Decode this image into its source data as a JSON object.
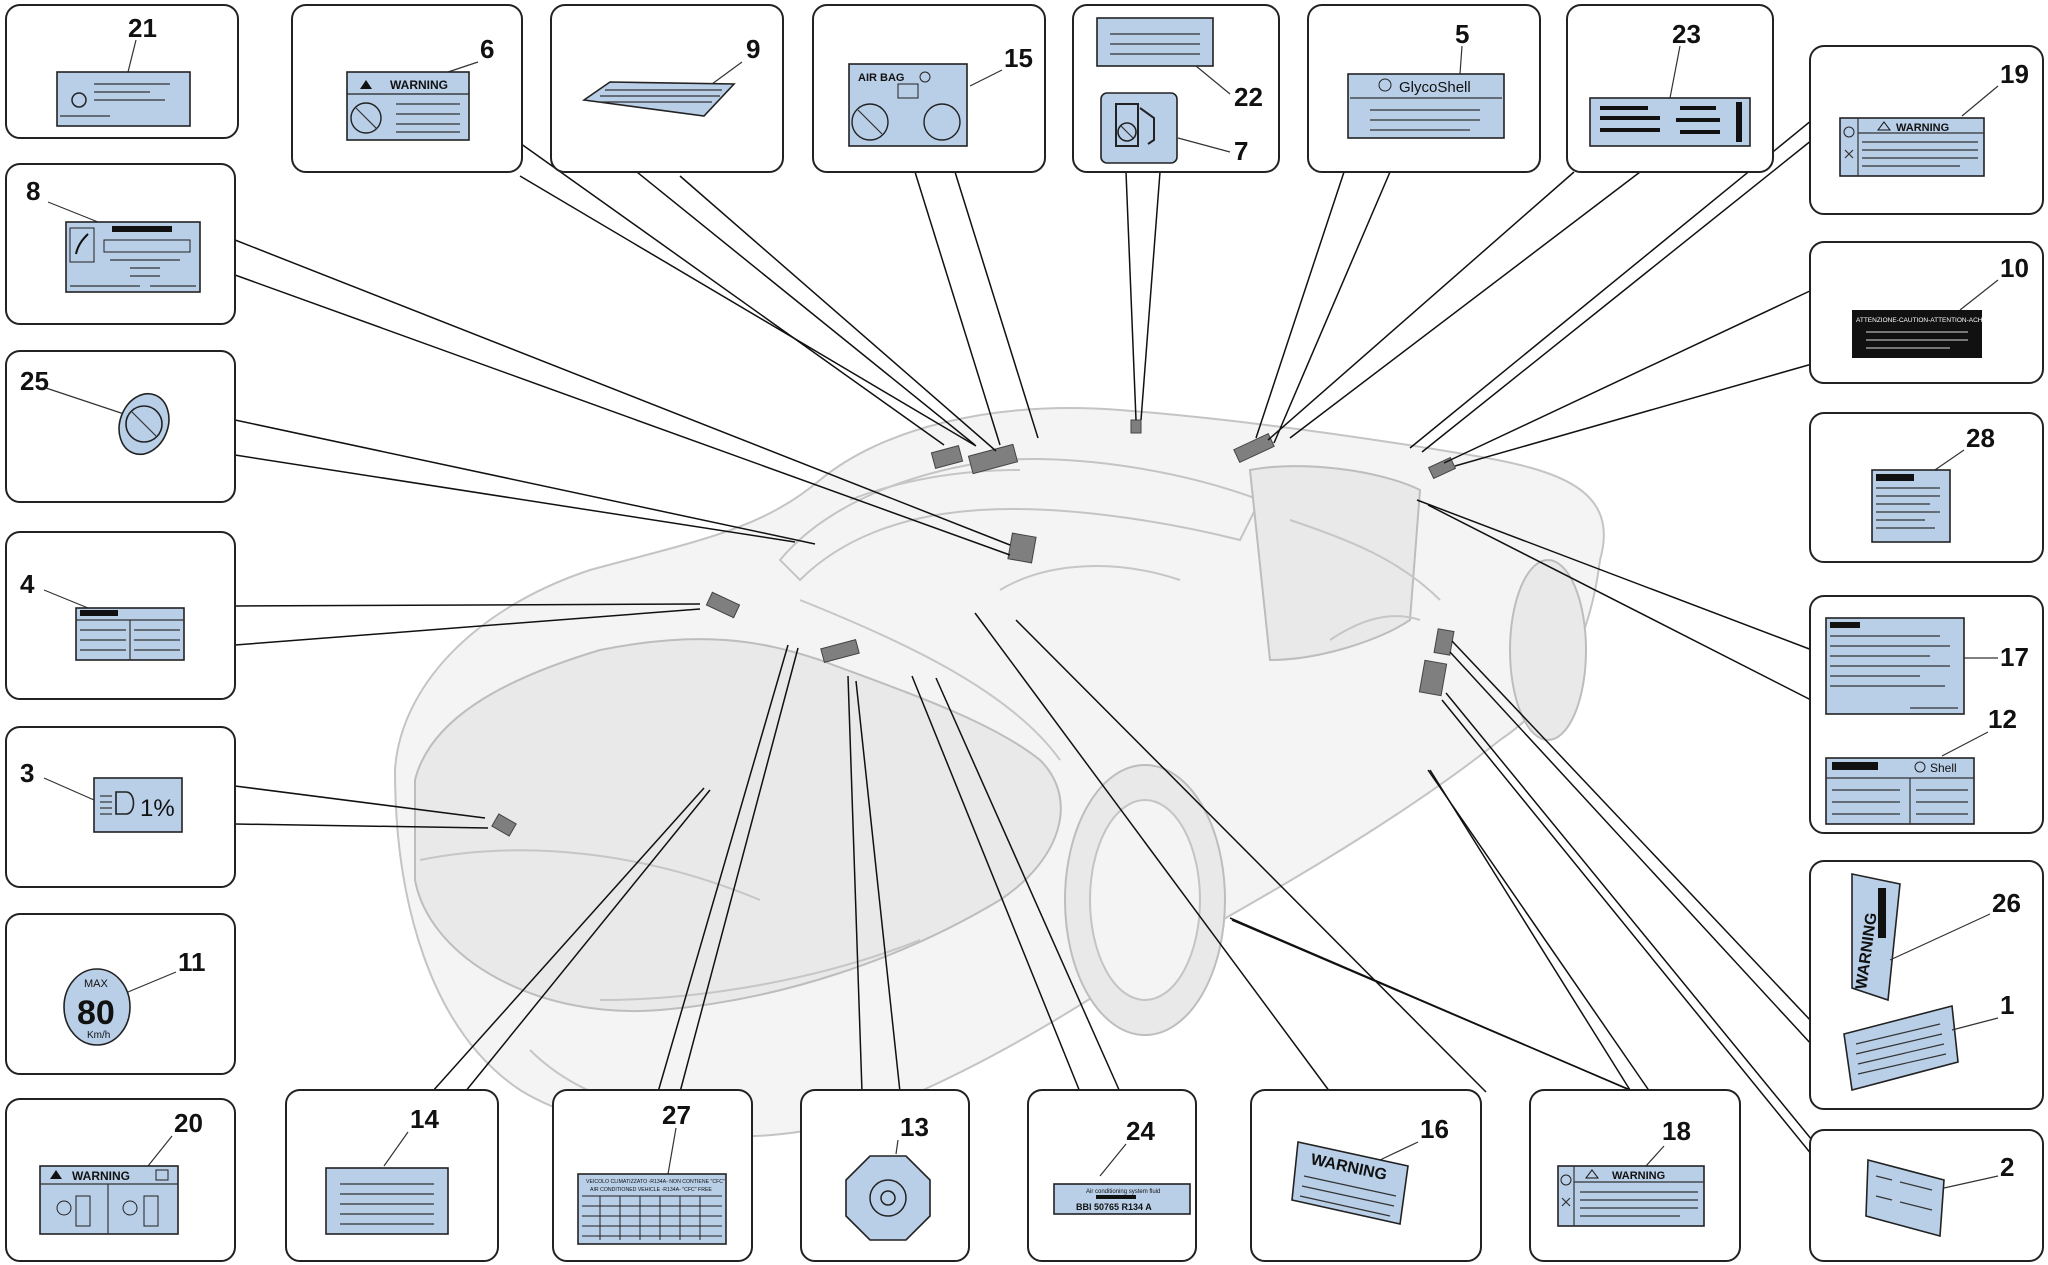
{
  "labels": {
    "warning": "WARNING",
    "airbag": "AIR BAG",
    "glycoshell": "GlycoShell",
    "shell": "Shell",
    "one_percent": "1%",
    "max": "MAX",
    "speed": "80",
    "kmh": "Km/h",
    "attention": "ATTENZIONE-CAUTION-ATTENTION-ACHTUNG",
    "ac_line1": "VEICOLO CLIMATIZZATO -R134A- NON CONTIENE \"CFC\"",
    "ac_line2": "AIR CONDITIONED VEHICLE -R134A- \"CFC\" FREE",
    "ac_system": "Air conditioning system fluid",
    "ac_code": "BBI 50765 R134 A"
  },
  "callouts": [
    "21",
    "6",
    "9",
    "15",
    "22",
    "7",
    "5",
    "23",
    "19",
    "10",
    "28",
    "17",
    "12",
    "26",
    "1",
    "2",
    "18",
    "16",
    "24",
    "13",
    "27",
    "14",
    "20",
    "11",
    "3",
    "4",
    "25",
    "8"
  ]
}
